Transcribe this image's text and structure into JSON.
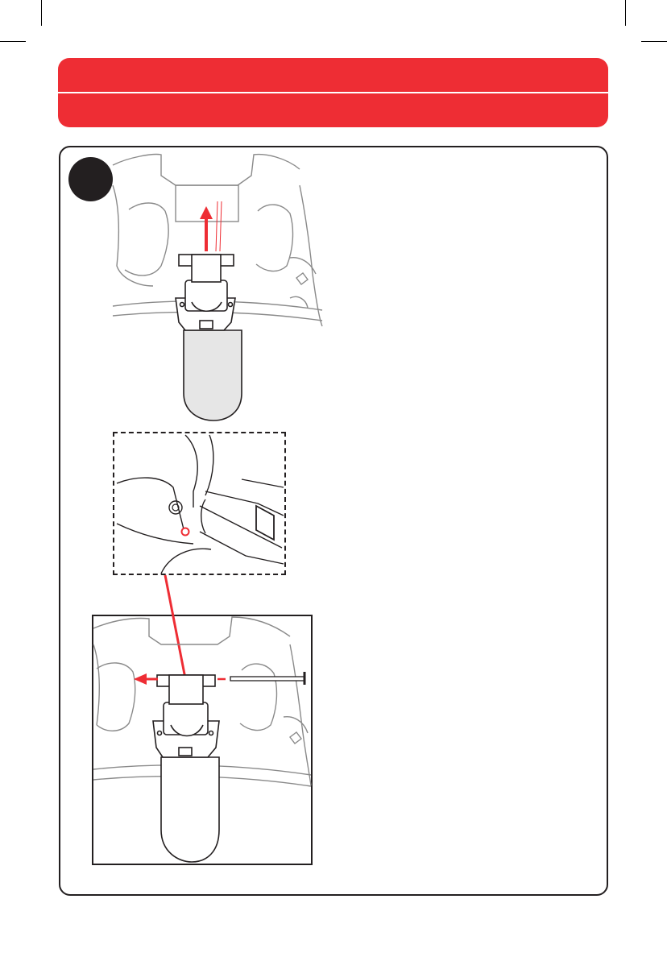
{
  "page": {
    "step_number": "",
    "header_title": "",
    "header_subtitle": "",
    "instructions": ""
  },
  "colors": {
    "accent_red": "#ee2d34",
    "ink": "#231f20",
    "line_gray": "#8a8a8a",
    "fill_gray": "#e6e6e6"
  },
  "illustrations": [
    {
      "name": "buckle-pull-up",
      "arrow_direction": "up"
    },
    {
      "name": "pin-location-zoom",
      "style": "dashed-frame"
    },
    {
      "name": "pin-removal",
      "arrow_direction": "left"
    }
  ]
}
